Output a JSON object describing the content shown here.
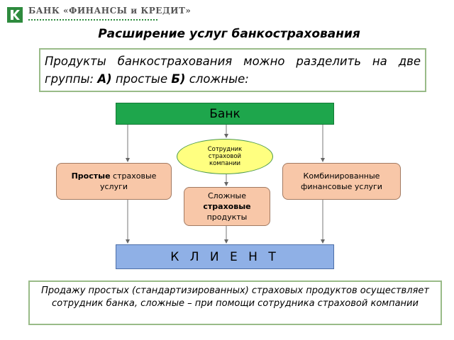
{
  "header": {
    "logo_text": "БАНК «ФИНАНСЫ и КРЕДИТ»",
    "brand_color": "#2e8b3e"
  },
  "title": "Расширение услуг банкострахования",
  "intro": {
    "prefix": "Продукты банкострахования можно разделить на две группы: ",
    "a_label": "А)",
    "a_text": " простые ",
    "b_label": "Б)",
    "b_text": " сложные:"
  },
  "diagram": {
    "bank": "Банк",
    "client": "К Л И Е Н Т",
    "insurer_employee": "Сотрудник страховой компании",
    "simple_bold": "Простые",
    "simple_rest": " страховые услуги",
    "complex_line1": "Сложные",
    "complex_bold": "страховые",
    "complex_line3": "продукты",
    "combined": "Комбинированные финансовые услуги",
    "colors": {
      "bank": "#1ea64c",
      "client": "#8fb0e6",
      "ellipse": "#ffff80",
      "product": "#f8c7a8"
    }
  },
  "summary": "Продажу простых (стандартизированных) страховых продуктов осуществляет сотрудник банка, сложные – при помощи сотрудника страховой компании"
}
